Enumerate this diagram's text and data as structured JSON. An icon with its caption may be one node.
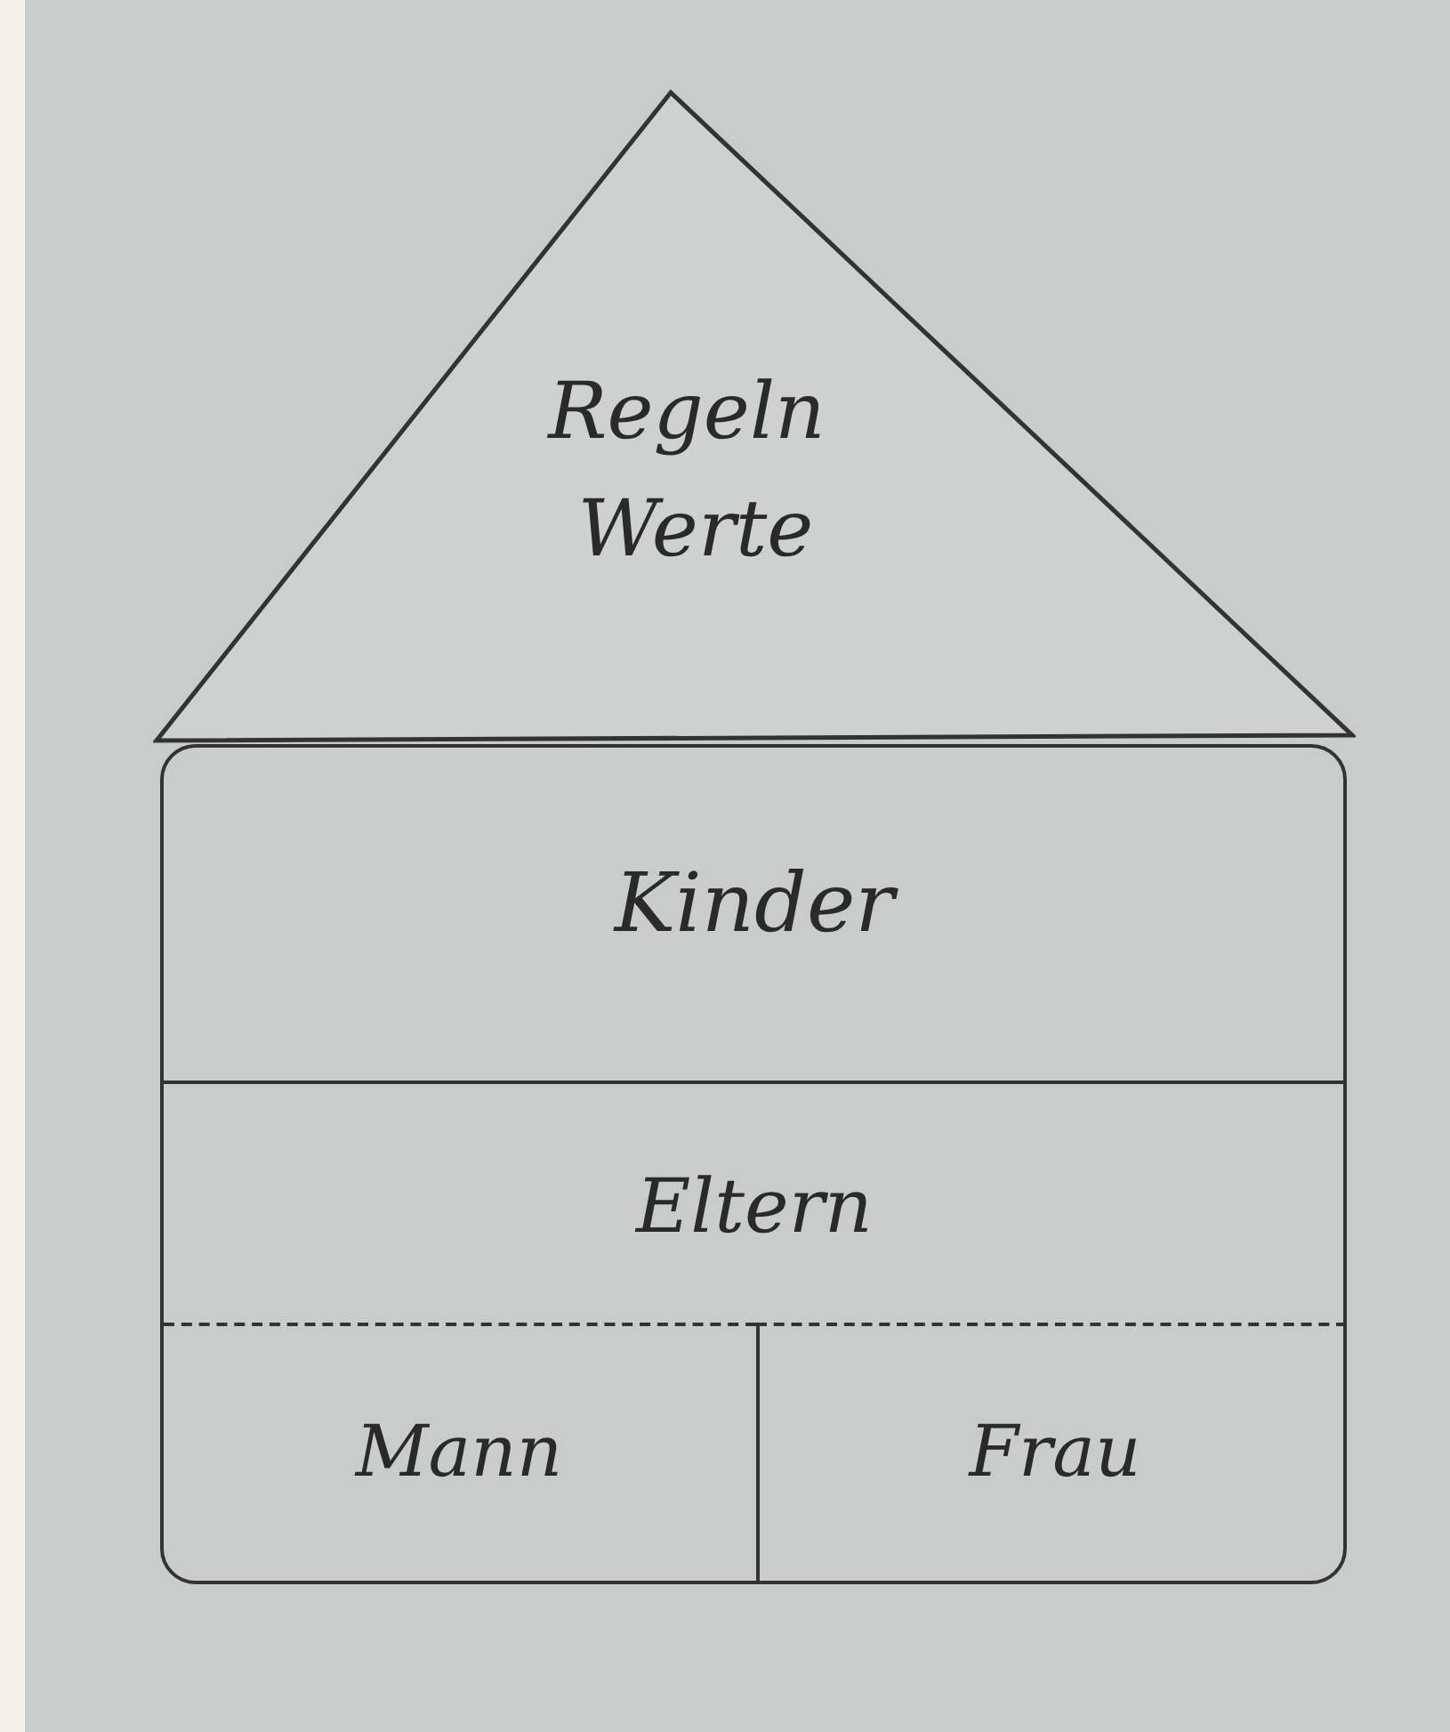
{
  "diagram": {
    "nodes": [
      {
        "text": [
          "Regeln",
          "Werte"
        ]
      },
      {
        "text": [],
        "shape": "box"
      },
      {
        "text": [
          "Kinder"
        ],
        "in": 1
      },
      {
        "text": [
          "Eltern"
        ],
        "in": 1
      },
      {
        "text": [
          "Mann"
        ],
        "in": 3
      },
      {
        "text": [
          "Frau"
        ],
        "in": 3
      }
    ]
  }
}
